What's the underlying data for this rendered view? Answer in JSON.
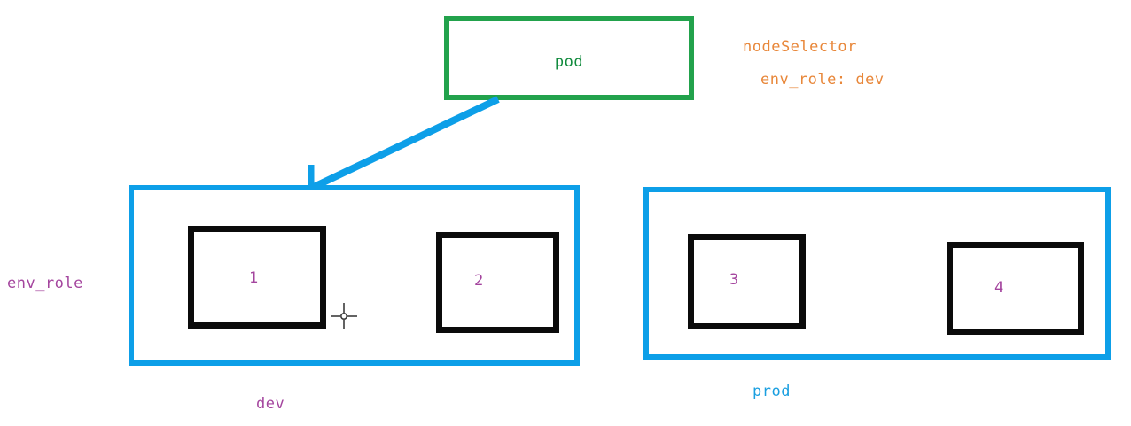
{
  "diagram": {
    "title_text": "pod",
    "pod": {
      "label": "pod",
      "border_color": "#22a24c",
      "text_color": "#108a3c"
    },
    "annotation": {
      "line1": "nodeSelector",
      "line2": "env_role: dev",
      "color": "#e8873a"
    },
    "axis_label": {
      "text": "env_role",
      "color": "#a4459e"
    },
    "arrow": {
      "color": "#0d9fe8",
      "from": "pod",
      "to": "dev"
    },
    "groups": [
      {
        "id": "dev",
        "caption": "dev",
        "caption_color": "#a4459e",
        "border_color": "#0d9fe8",
        "nodes": [
          {
            "label": "1",
            "color": "#a4459e",
            "border_color": "#0b0b0b"
          },
          {
            "label": "2",
            "color": "#a4459e",
            "border_color": "#0b0b0b"
          }
        ]
      },
      {
        "id": "prod",
        "caption": "prod",
        "caption_color": "#1a9fe0",
        "border_color": "#0d9fe8",
        "nodes": [
          {
            "label": "3",
            "color": "#a4459e",
            "border_color": "#0b0b0b"
          },
          {
            "label": "4",
            "color": "#a4459e",
            "border_color": "#0b0b0b"
          }
        ]
      }
    ],
    "cursor": {
      "type": "crosshair-cursor",
      "color": "#3c3c3c"
    }
  }
}
